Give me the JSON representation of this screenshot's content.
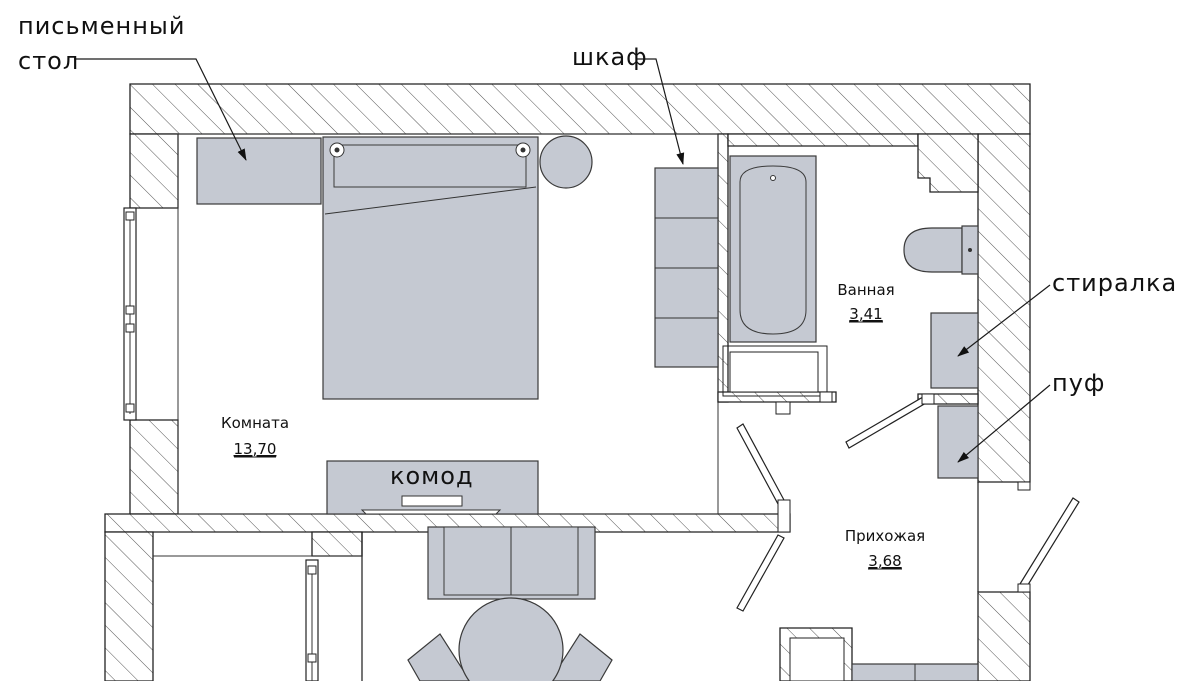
{
  "labels": {
    "desk_line1": "письменный",
    "desk_line2": "стол",
    "wardrobe": "шкаф",
    "washer": "стиралка",
    "pouf": "пуф",
    "dresser": "комод"
  },
  "rooms": {
    "room": {
      "name": "Комната",
      "area": "13,70"
    },
    "bath": {
      "name": "Ванная",
      "area": "3,41"
    },
    "hall": {
      "name": "Прихожая",
      "area": "3,68"
    }
  },
  "colors": {
    "furniture": "#c5c9d2",
    "wall_stroke": "#222222",
    "background": "#ffffff"
  }
}
